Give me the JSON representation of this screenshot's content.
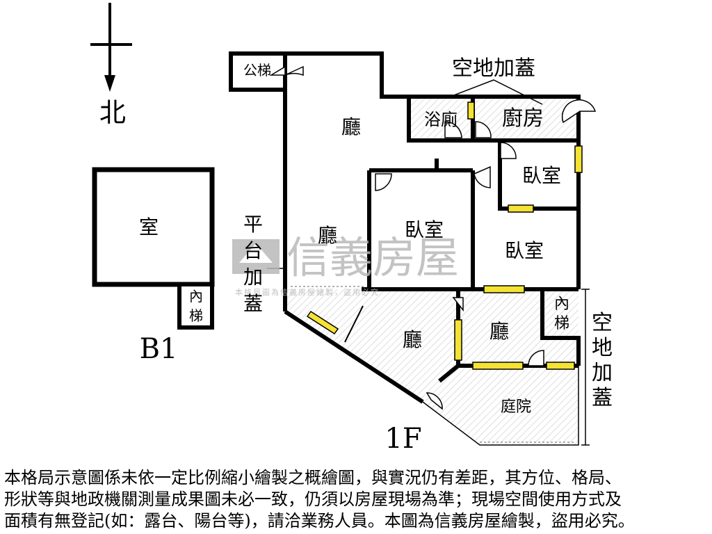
{
  "compass": {
    "label": "北"
  },
  "b1": {
    "room": "室",
    "stair": [
      "內",
      "梯"
    ],
    "floor": "B1"
  },
  "f1": {
    "floor": "1F",
    "public_stair": "公梯",
    "open_space_top": "空地加蓋",
    "bath": "浴廁",
    "kitchen": "廚房",
    "hall_top": "廳",
    "hall_mid": "廳",
    "bedroom_1": "臥室",
    "bedroom_2": "臥室",
    "bedroom_3": "臥室",
    "terrace": [
      "平",
      "台",
      "加",
      "蓋"
    ],
    "hall_lower_left": "廳",
    "hall_lower_right": "廳",
    "inner_stair": [
      "內",
      "梯"
    ],
    "open_space_right": [
      "空",
      "地",
      "加",
      "蓋"
    ],
    "courtyard": "庭院"
  },
  "watermark": {
    "brand": "信義房屋",
    "small": "本格局圖為信義房屋繪製，盜用必究"
  },
  "disclaimer": [
    "本格局示意圖係未依一定比例縮小繪製之概繪圖，與實況仍有差距，其方位、格局、",
    "形狀等與地政機關測量成果圖未必一致，仍須以房屋現場為準；現場空間使用方式及",
    "面積有無登記(如：露台、陽台等)，請洽業務人員。本圖為信義房屋繪製，盜用必究。"
  ]
}
